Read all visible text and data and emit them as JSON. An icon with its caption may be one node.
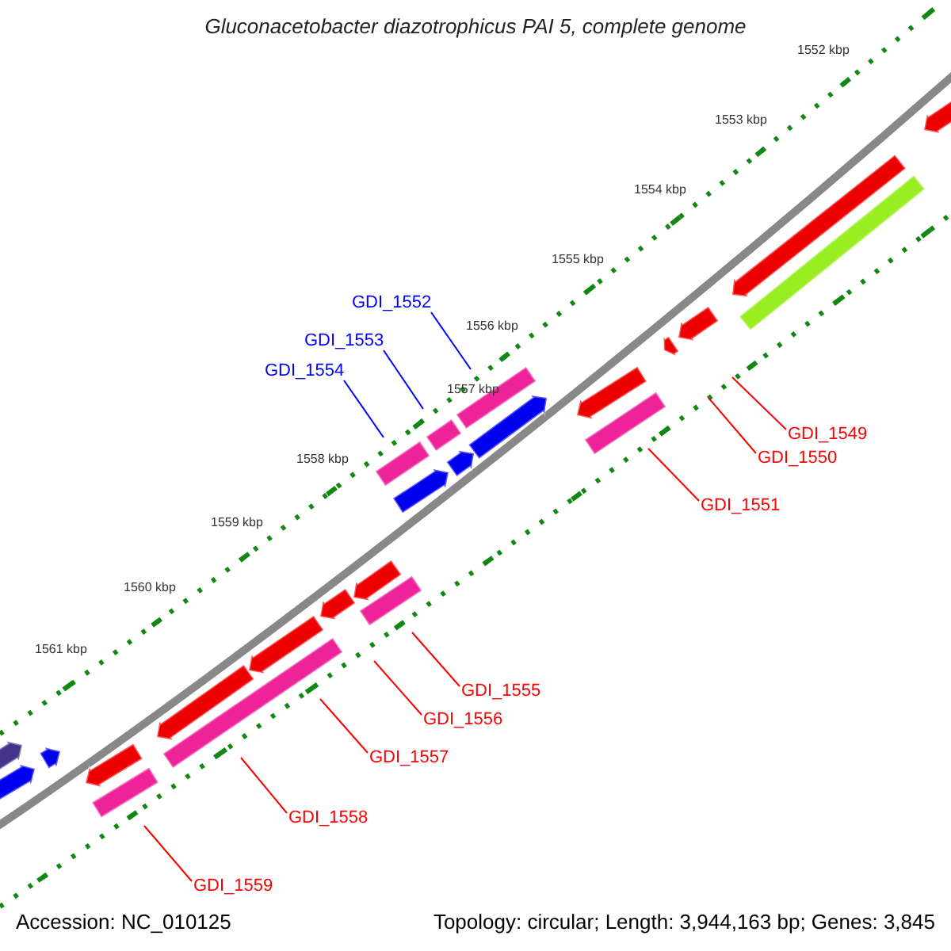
{
  "diagram": {
    "title": "Gluconacetobacter diazotrophicus PAI 5, complete genome",
    "nodes": [
      {
        "text": [
          "GDI_1552"
        ]
      },
      {
        "text": [
          "GDI_1553"
        ]
      },
      {
        "text": [
          "GDI_1554"
        ]
      },
      {
        "text": [
          "GDI_1549"
        ]
      },
      {
        "text": [
          "GDI_1550"
        ]
      },
      {
        "text": [
          "GDI_1551"
        ]
      },
      {
        "text": [
          "GDI_1555"
        ]
      },
      {
        "text": [
          "GDI_1556"
        ]
      },
      {
        "text": [
          "GDI_1557"
        ]
      },
      {
        "text": [
          "GDI_1558"
        ]
      },
      {
        "text": [
          "GDI_1559"
        ]
      }
    ],
    "edges": [
      {
        "from": 0,
        "to": null,
        "arrow": "none",
        "color": "#0000ff"
      },
      {
        "from": 1,
        "to": null,
        "arrow": "none",
        "color": "#0000ff"
      },
      {
        "from": 2,
        "to": null,
        "arrow": "none",
        "color": "#0000ff"
      },
      {
        "from": 3,
        "to": null,
        "arrow": "none"
      },
      {
        "from": 4,
        "to": null,
        "arrow": "none"
      },
      {
        "from": 5,
        "to": null,
        "arrow": "none"
      },
      {
        "from": 6,
        "to": null,
        "arrow": "none"
      },
      {
        "from": 7,
        "to": null,
        "arrow": "none"
      },
      {
        "from": 8,
        "to": null,
        "arrow": "none"
      },
      {
        "from": 9,
        "to": null,
        "arrow": "none"
      },
      {
        "from": 10,
        "to": null,
        "arrow": "none"
      }
    ],
    "labels": [
      "1552 kbp",
      "1553 kbp",
      "1554 kbp",
      "1555 kbp",
      "1556 kbp",
      "1557 kbp",
      "1558 kbp",
      "1559 kbp",
      "1560 kbp",
      "1561 kbp",
      "Accession: NC_010125",
      "Topology: circular; Length: 3,944,163 bp; Genes: 3,845"
    ]
  }
}
